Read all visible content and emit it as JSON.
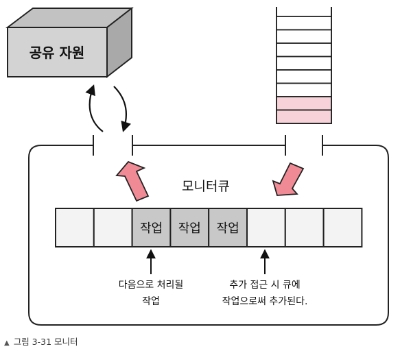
{
  "resource": {
    "label": "공유 자원"
  },
  "monitor": {
    "label": "모니터큐"
  },
  "queue_cells": [
    {
      "label": "",
      "state": "empty"
    },
    {
      "label": "",
      "state": "empty"
    },
    {
      "label": "작업",
      "state": "job"
    },
    {
      "label": "작업",
      "state": "job"
    },
    {
      "label": "작업",
      "state": "job"
    },
    {
      "label": "",
      "state": "empty"
    },
    {
      "label": "",
      "state": "empty"
    },
    {
      "label": "",
      "state": "empty"
    }
  ],
  "notes": {
    "next": {
      "line1": "다음으로 처리될",
      "line2": "작업"
    },
    "add": {
      "line1": "추가 접근 시 큐에",
      "line2": "작업으로써 추가된다."
    }
  },
  "stack_rows": [
    "empty",
    "empty",
    "empty",
    "empty",
    "empty",
    "empty",
    "filled",
    "filled"
  ],
  "colors": {
    "job_cell": "#c8c8c8",
    "empty_cell": "#f3f3f3",
    "stack_filled": "#f7d3d9",
    "arrow_fill": "#f08b96",
    "box_front": "#d3d3d3",
    "box_top": "#c2c2c2",
    "box_side": "#a9a9a9"
  },
  "caption": {
    "text": "그림 3-31 모니터"
  }
}
